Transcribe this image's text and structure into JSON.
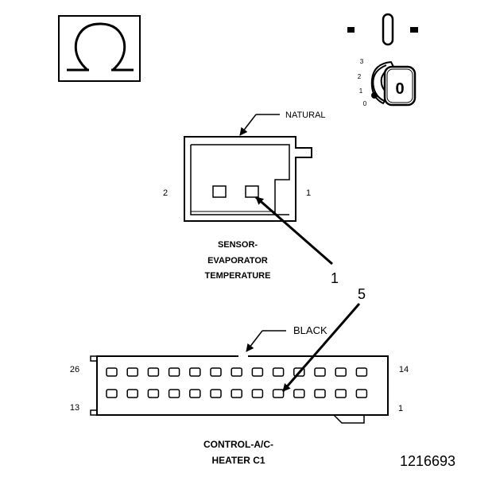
{
  "symbols": {
    "ohm_glyph": "Ω",
    "meter_icon": "ohmmeter-symbol-icon",
    "key_icon": "ignition-key-icon",
    "ignition_positions": [
      "3",
      "2",
      "1",
      "0"
    ],
    "key_label": "0"
  },
  "sensor_connector": {
    "color_label": "NATURAL",
    "pin_left": "2",
    "pin_right": "1",
    "name_lines": [
      "SENSOR-",
      "EVAPORATOR",
      "TEMPERATURE"
    ],
    "callout": "1"
  },
  "control_connector": {
    "color_label": "BLACK",
    "pin_top_left": "26",
    "pin_bottom_left": "13",
    "pin_top_right": "14",
    "pin_bottom_right": "1",
    "name_lines": [
      "CONTROL-A/C-",
      "HEATER C1"
    ],
    "callout": "5"
  },
  "figure_number": "1216693"
}
